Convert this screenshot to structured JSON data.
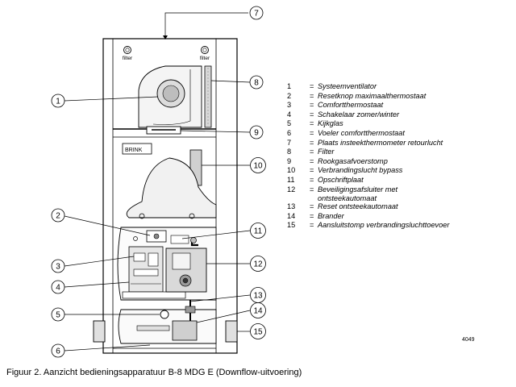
{
  "callouts": [
    "1",
    "2",
    "3",
    "4",
    "5",
    "6",
    "7",
    "8",
    "9",
    "10",
    "11",
    "12",
    "13",
    "14",
    "15"
  ],
  "device_labels": {
    "filter_left": "filter",
    "filter_right": "filter",
    "brand": "BRINK"
  },
  "legend": [
    {
      "num": "1",
      "eq": "=",
      "desc": "Systeemventilator"
    },
    {
      "num": "2",
      "eq": "=",
      "desc": "Resetknop maximaalthermostaat"
    },
    {
      "num": "3",
      "eq": "=",
      "desc": "Comfortthermostaat"
    },
    {
      "num": "4",
      "eq": "=",
      "desc": "Schakelaar zomer/winter"
    },
    {
      "num": "5",
      "eq": "=",
      "desc": "Kijkglas"
    },
    {
      "num": "6",
      "eq": "=",
      "desc": "Voeler comfortthermostaat"
    },
    {
      "num": "7",
      "eq": "=",
      "desc": "Plaats insteekthermometer retourlucht"
    },
    {
      "num": "8",
      "eq": "=",
      "desc": "Filter"
    },
    {
      "num": "9",
      "eq": "=",
      "desc": "Rookgasafvoerstomp"
    },
    {
      "num": "10",
      "eq": "=",
      "desc": "Verbrandingslucht bypass"
    },
    {
      "num": "11",
      "eq": "=",
      "desc": "Opschriftplaat"
    },
    {
      "num": "12",
      "eq": "=",
      "desc": "Beveiligingsafsluiter met",
      "cont": "ontsteekautomaat"
    },
    {
      "num": "13",
      "eq": "=",
      "desc": "Reset ontsteekautomaat"
    },
    {
      "num": "14",
      "eq": "=",
      "desc": "Brander"
    },
    {
      "num": "15",
      "eq": "=",
      "desc": "Aansluitstomp verbrandingsluchttoevoer"
    }
  ],
  "figure_number": "4049",
  "caption": "Figuur 2. Aanzicht bedieningsapparatuur B-8 MDG E (Downflow-uitvoering)",
  "colors": {
    "line": "#000000",
    "shade": "#c8c8c8",
    "light": "#eeeeee"
  }
}
